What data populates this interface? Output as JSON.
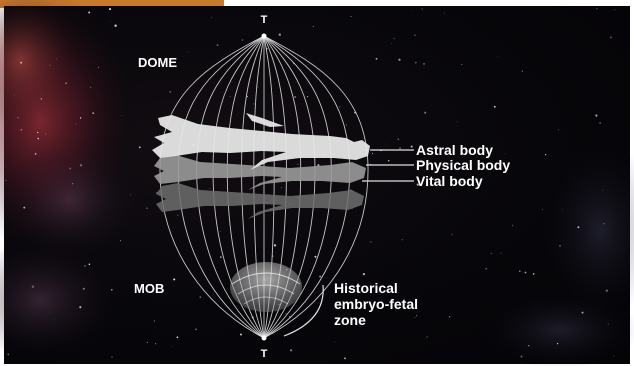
{
  "labels": {
    "top_pole": "T",
    "bottom_pole": "T",
    "dome": "DOME",
    "mob": "MOB",
    "astral": "Astral body",
    "physical": "Physical body",
    "vital": "Vital body",
    "historical_line1": "Historical",
    "historical_line2": "embryo-fetal",
    "historical_line3": "zone"
  },
  "colors": {
    "background": "#07060a",
    "accent_bar": "#c87a2c",
    "lines": "#e8e8e8",
    "astral_body": "#e6e6e6",
    "physical_body": "#9a9a9a",
    "vital_body": "#6f6f6f"
  }
}
